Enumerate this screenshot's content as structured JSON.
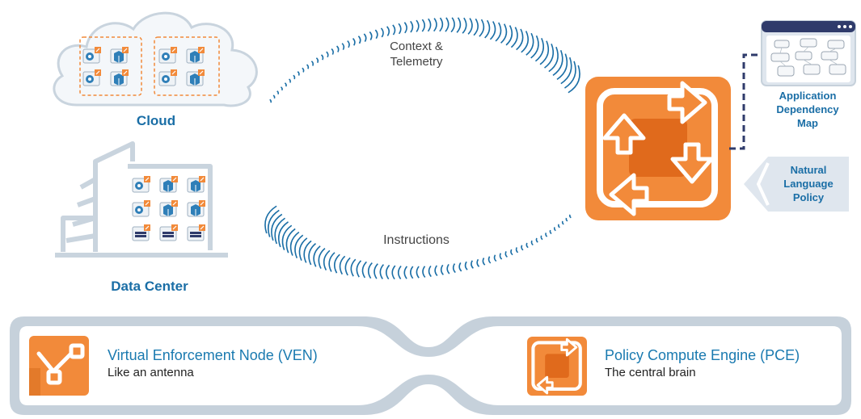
{
  "environments": {
    "cloud_label": "Cloud",
    "datacenter_label": "Data Center"
  },
  "flows": {
    "context_label_line1": "Context &",
    "context_label_line2": "Telemetry",
    "instructions_label": "Instructions"
  },
  "side": {
    "app_map_line1": "Application",
    "app_map_line2": "Dependency",
    "app_map_line3": "Map",
    "nlp_line1": "Natural",
    "nlp_line2": "Language",
    "nlp_line3": "Policy"
  },
  "legend": {
    "ven_title": "Virtual Enforcement Node (VEN)",
    "ven_desc": "Like an antenna",
    "pce_title": "Policy Compute Engine (PCE)",
    "pce_desc": "The central brain"
  },
  "colors": {
    "orange": "#f28a3a",
    "blue": "#1a6ea6",
    "navy": "#2f3b6b",
    "light_gray": "#d5dde5",
    "panel_gray": "#c6d1db"
  },
  "icons": [
    "cloud-icon",
    "datacenter-building-icon",
    "workload-gear-icon",
    "workload-cube-icon",
    "server-icon",
    "pce-cycle-icon",
    "ven-node-icon",
    "app-map-window-icon",
    "arrow-pointer-icon"
  ]
}
